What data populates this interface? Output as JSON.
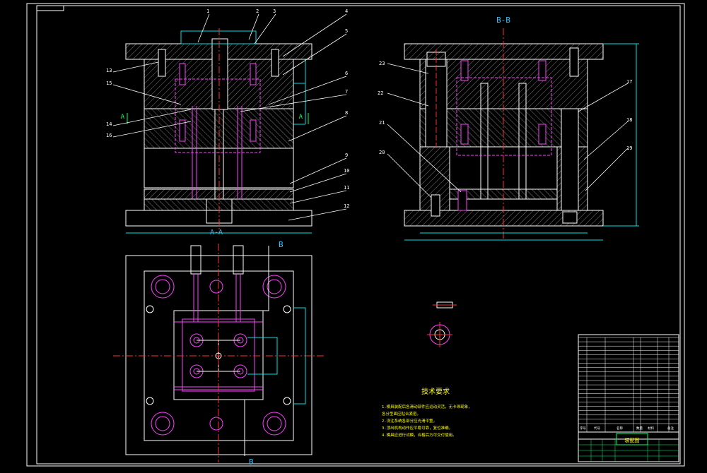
{
  "views": {
    "section_aa_label": "A-A",
    "section_bb_label": "B-B",
    "section_mark_a": "A",
    "section_mark_b": "B"
  },
  "callouts_left": [
    "1",
    "2",
    "3",
    "4",
    "5",
    "6",
    "7",
    "8",
    "9",
    "10",
    "11",
    "12",
    "13",
    "14",
    "15",
    "16"
  ],
  "callouts_right": [
    "17",
    "18",
    "19",
    "20",
    "21",
    "22",
    "23"
  ],
  "tech_requirements": {
    "title": "技术要求",
    "items": [
      "1.模具装配后各滑动部件应运动灵活，无卡滞现象，",
      "各分型面应贴合紧密。",
      "2.浇注系统各部分应光滑平整，",
      "3.顶出机构动作应平稳可靠，复位准确，",
      "4.模具应进行试模，合格后方可交付使用。"
    ]
  },
  "title_block": {
    "drawing_name": "装配图",
    "header_labels": [
      "序号",
      "代号",
      "名称",
      "数量",
      "材料",
      "备注"
    ]
  },
  "colors": {
    "background": "#000000",
    "outline": "#ffffff",
    "hatch": "#7a7a7a",
    "center_line": "#ff3030",
    "dimension": "#00e0e0",
    "hidden": "#ff40ff",
    "leader": "#ffffff",
    "text_yellow": "#ffff00",
    "label_green": "#00ff66",
    "section_cyan": "#30c0ff"
  }
}
